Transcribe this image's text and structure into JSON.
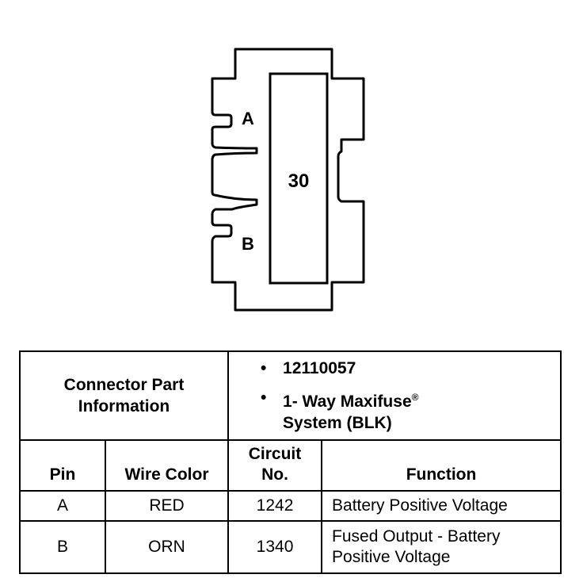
{
  "connector": {
    "body_label": "30",
    "pin_a_label": "A",
    "pin_b_label": "B"
  },
  "info": {
    "part_info_label": "Connector Part Information",
    "part_number": "12110057",
    "part_desc_main": "1- Way Maxifuse",
    "part_desc_mark": "®",
    "part_desc_sub": "System (BLK)"
  },
  "columns": {
    "pin": "Pin",
    "wire_color": "Wire Color",
    "circuit": "Circuit No.",
    "function": "Function"
  },
  "rows": [
    {
      "pin": "A",
      "wire_color": "RED",
      "circuit": "1242",
      "function": "Battery Positive Voltage"
    },
    {
      "pin": "B",
      "wire_color": "ORN",
      "circuit": "1340",
      "function": "Fused Output - Battery Positive Voltage"
    }
  ]
}
